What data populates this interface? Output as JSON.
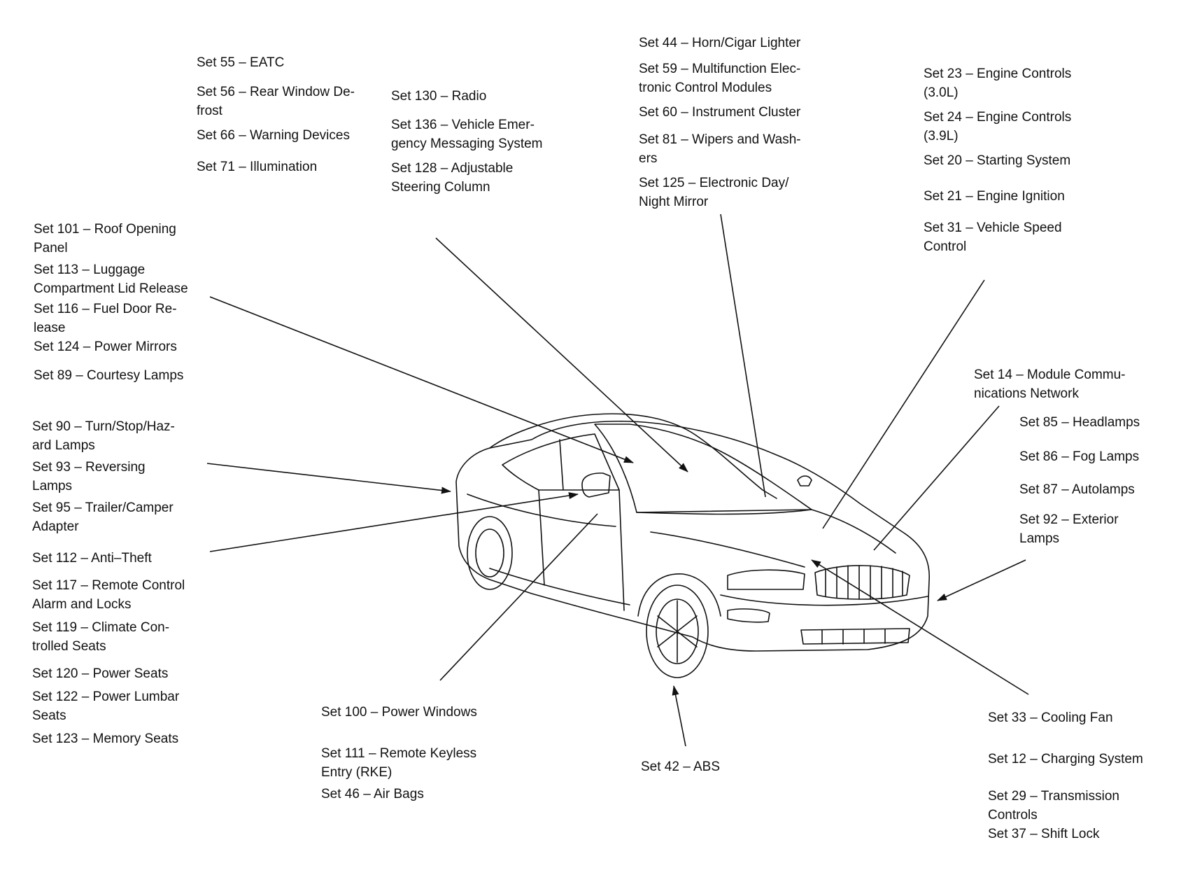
{
  "labels": {
    "set55": "Set 55 – EATC",
    "set56": "Set 56 – Rear Window De-frost",
    "set66": "Set 66 – Warning Devices",
    "set71": "Set 71 – Illumination",
    "set130": "Set 130 – Radio",
    "set136": "Set 136 – Vehicle Emer-gency Messaging System",
    "set128": "Set 128 – Adjustable Steering Column",
    "set44": "Set 44 – Horn/Cigar Lighter",
    "set59": "Set 59 – Multifunction Elec-tronic Control Modules",
    "set60": "Set 60 – Instrument Cluster",
    "set81": "Set 81 – Wipers and Wash-ers",
    "set125": "Set 125 – Electronic Day/ Night Mirror",
    "set23": "Set 23 – Engine Controls (3.0L)",
    "set24": "Set 24 – Engine Controls (3.9L)",
    "set20": "Set 20 – Starting System",
    "set21": "Set 21 – Engine Ignition",
    "set31": "Set 31 – Vehicle Speed Control",
    "set101": "Set 101 – Roof Opening Panel",
    "set113": "Set 113 – Luggage Compartment Lid Release",
    "set116": "Set 116 – Fuel Door Re-lease",
    "set124": "Set 124 – Power Mirrors",
    "set89": "Set 89 – Courtesy Lamps",
    "set90": "Set 90 – Turn/Stop/Haz-ard Lamps",
    "set93": "Set 93 – Reversing Lamps",
    "set95": "Set 95 – Trailer/Camper Adapter",
    "set112": "Set 112 – Anti–Theft",
    "set117": "Set 117 – Remote Control Alarm and Locks",
    "set119": "Set 119 – Climate Con-trolled Seats",
    "set120": "Set 120 – Power Seats",
    "set122": "Set 122 – Power Lumbar Seats",
    "set123": "Set 123 – Memory Seats",
    "set14": "Set 14 – Module Commu-nications Network",
    "set85": "Set 85 – Headlamps",
    "set86": "Set 86 – Fog Lamps",
    "set87": "Set 87 – Autolamps",
    "set92": "Set 92 – Exterior Lamps",
    "set100": "Set 100 – Power Windows",
    "set111": "Set 111 – Remote Keyless Entry (RKE)",
    "set46": "Set 46 – Air Bags",
    "set42": "Set 42 – ABS",
    "set33": "Set 33 – Cooling Fan",
    "set12": "Set 12 – Charging System",
    "set29": "Set 29 – Transmission Controls",
    "set37": "Set 37 – Shift Lock"
  },
  "colors": {
    "ink": "#111111",
    "background": "#ffffff"
  }
}
